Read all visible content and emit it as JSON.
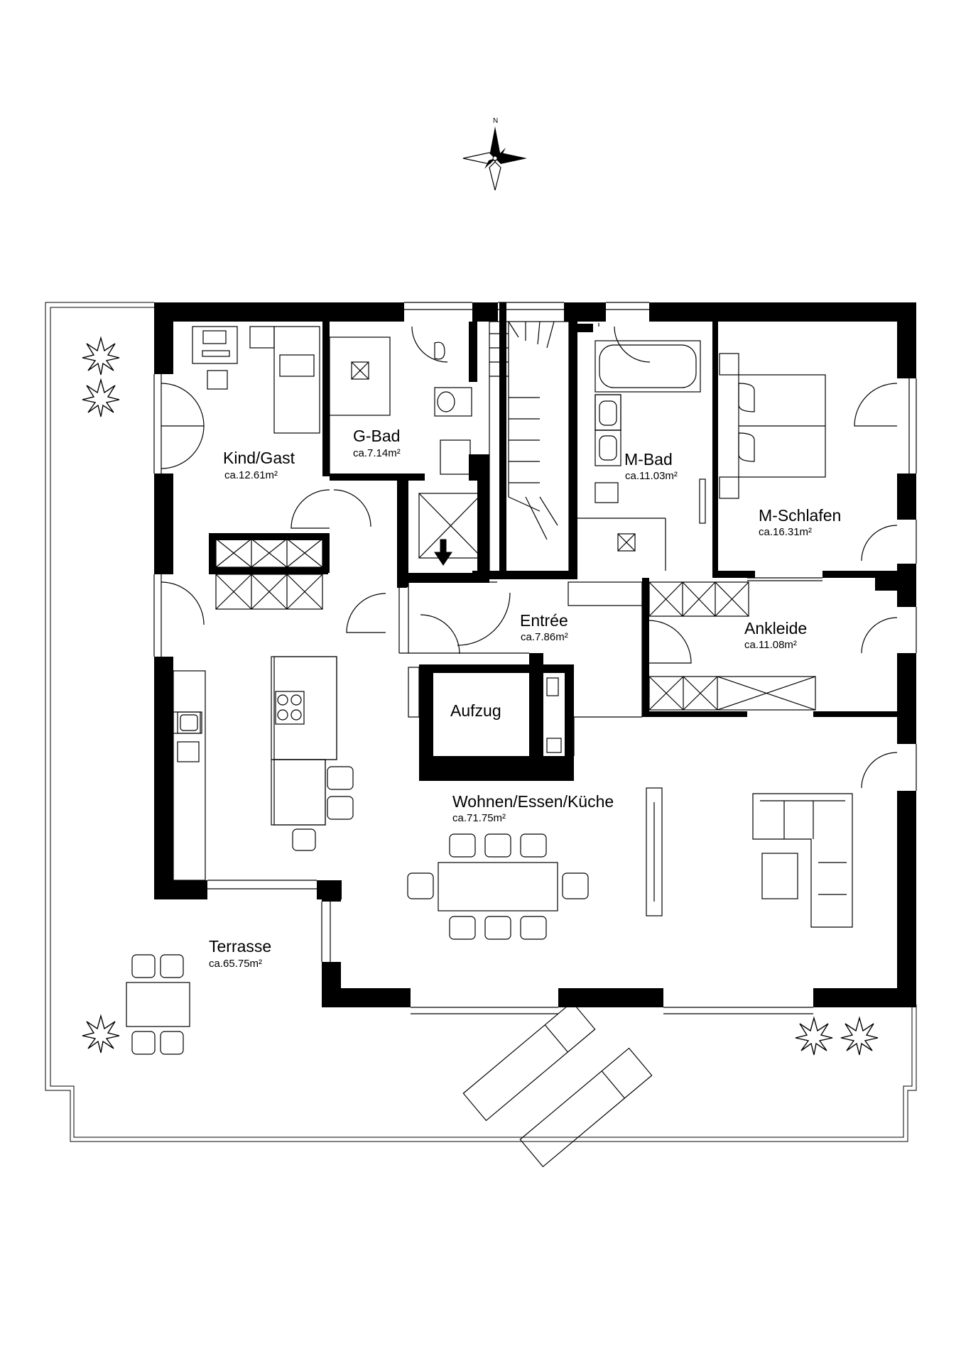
{
  "compass": {
    "north_label": "N",
    "icon": "compass-rose-icon"
  },
  "rooms": {
    "kind_gast": {
      "name": "Kind/Gast",
      "area": "ca.12.61m²"
    },
    "g_bad": {
      "name": "G-Bad",
      "area": "ca.7.14m²"
    },
    "m_bad": {
      "name": "M-Bad",
      "area": "ca.11.03m²"
    },
    "m_schlafen": {
      "name": "M-Schlafen",
      "area": "ca.16.31m²"
    },
    "entree": {
      "name": "Entrée",
      "area": "ca.7.86m²"
    },
    "ankleide": {
      "name": "Ankleide",
      "area": "ca.11.08m²"
    },
    "aufzug": {
      "name": "Aufzug"
    },
    "wohnen": {
      "name": "Wohnen/Essen/Küche",
      "area": "ca.71.75m²"
    },
    "terrasse": {
      "name": "Terrasse",
      "area": "ca.65.75m²"
    }
  },
  "colors": {
    "wall": "#000000",
    "line": "#000000",
    "background": "#ffffff"
  }
}
